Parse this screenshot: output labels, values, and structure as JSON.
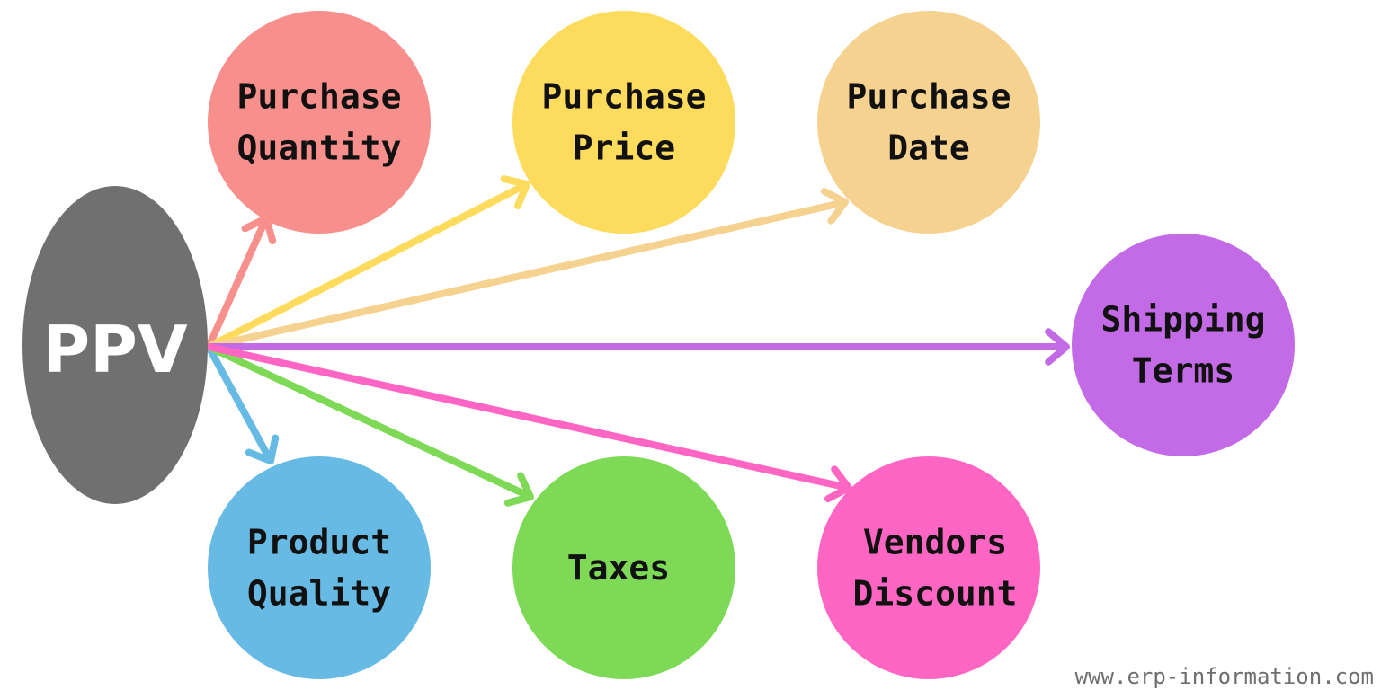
{
  "center": {
    "label": "PPV",
    "color": "#707070"
  },
  "nodes": [
    {
      "id": "purchase-quantity",
      "lines": [
        "Purchase",
        "Quantity"
      ],
      "color": "#F78F8C"
    },
    {
      "id": "purchase-price",
      "lines": [
        "Purchase",
        "Price"
      ],
      "color": "#FDDB5C"
    },
    {
      "id": "purchase-date",
      "lines": [
        "Purchase",
        "Date"
      ],
      "color": "#F6D291"
    },
    {
      "id": "shipping-terms",
      "lines": [
        "Shipping",
        "Terms"
      ],
      "color": "#C36BE6"
    },
    {
      "id": "product-quality",
      "lines": [
        "Product",
        "Quality"
      ],
      "color": "#67BAE3"
    },
    {
      "id": "taxes",
      "lines": [
        "Taxes"
      ],
      "color": "#7ED957"
    },
    {
      "id": "vendors-discount",
      "lines": [
        "Vendors",
        "Discount"
      ],
      "color": "#FF66C4"
    }
  ],
  "watermark": "www.erp-information.com"
}
